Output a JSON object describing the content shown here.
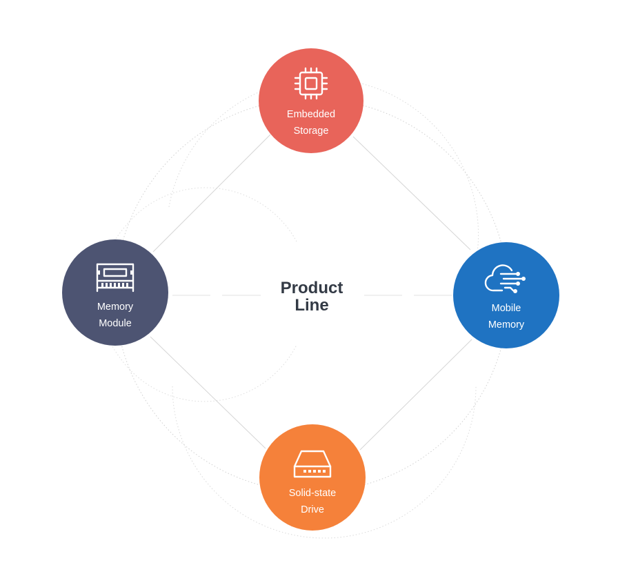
{
  "center": {
    "line1": "Product",
    "line2": "Line"
  },
  "nodes": {
    "embedded": {
      "line1": "Embedded",
      "line2": "Storage",
      "color": "#e8645a",
      "icon": "chip-icon"
    },
    "mobile": {
      "line1": "Mobile",
      "line2": "Memory",
      "color": "#1f73c2",
      "icon": "cloud-network-icon"
    },
    "memory": {
      "line1": "Memory",
      "line2": "Module",
      "color": "#4d5472",
      "icon": "ram-module-icon"
    },
    "ssd": {
      "line1": "Solid-state",
      "line2": "Drive",
      "color": "#f5813a",
      "icon": "drive-icon"
    }
  }
}
